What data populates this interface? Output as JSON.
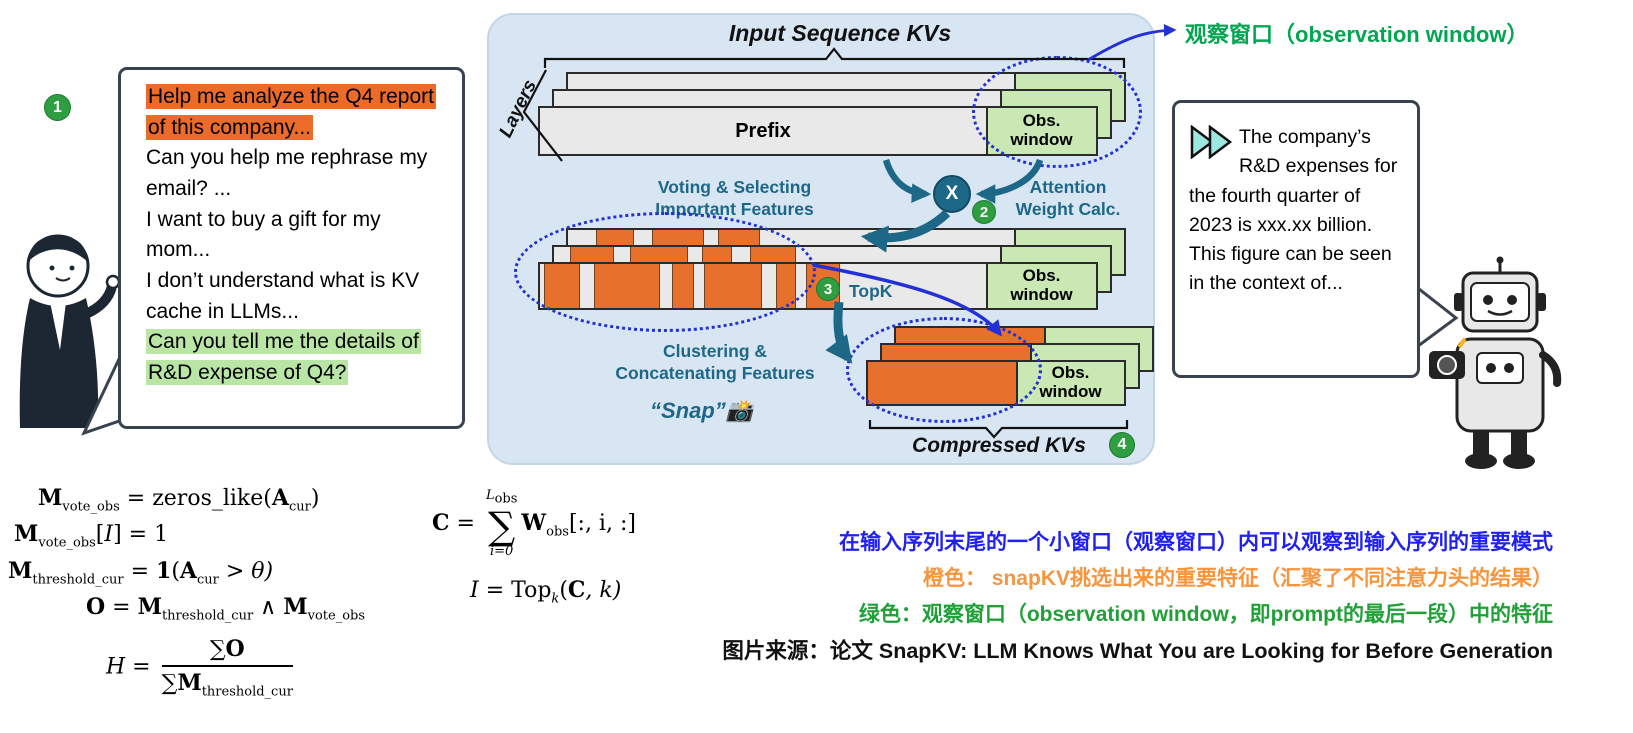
{
  "left_panel": {
    "badge": "1",
    "queries": [
      {
        "text": "Help me analyze the Q4 report of this company...",
        "highlight": "orange"
      },
      {
        "text": "Can you help me rephrase my email? ...",
        "highlight": "none"
      },
      {
        "text": "I want to buy a gift for my mom...",
        "highlight": "none"
      },
      {
        "text": "I don’t understand what is KV cache in LLMs...",
        "highlight": "none"
      },
      {
        "text": "Can you tell me the details of R&D expense of Q4?",
        "highlight": "green"
      }
    ]
  },
  "diagram": {
    "title": "Input Sequence KVs",
    "layers_label": "Layers",
    "prefix_label": "Prefix",
    "obs_line1": "Obs.",
    "obs_line2": "window",
    "x_symbol": "X",
    "badge_2": "2",
    "badge_3": "3",
    "badge_4": "4",
    "voting_line1": "Voting & Selecting",
    "voting_line2": "Important Features",
    "attention_line1": "Attention",
    "attention_line2": "Weight Calc.",
    "topk_label": "TopK",
    "clustering_line1": "Clustering &",
    "clustering_line2": "Concatenating Features",
    "snap_label": "“Snap”",
    "camera_icon": "📸",
    "compressed_label": "Compressed KVs",
    "observation_window_label": "观察窗口（observation window）"
  },
  "right_panel": {
    "text": "The company’s R&D expenses for the fourth quarter of 2023 is xxx.xx billion. This figure can be seen in the context of..."
  },
  "math": {
    "l1": {
      "v1": "M",
      "s1": "vote_obs",
      "mid": " = zeros_like(",
      "v2": "A",
      "s2": "cur",
      "end": ")"
    },
    "l2": {
      "v1": "M",
      "s1": "vote_obs",
      "open": "[",
      "v2": "I",
      "end": "] = 1"
    },
    "l3": {
      "v1": "M",
      "s1": "threshold_cur",
      "mid": " = ",
      "one": "1",
      "open": "(",
      "v2": "A",
      "s2": "cur",
      "end": " > θ)"
    },
    "l4": {
      "v1": "O",
      "mid": " = ",
      "v2": "M",
      "s2": "threshold_cur",
      "wedge": " ∧ ",
      "v3": "M",
      "s3": "vote_obs"
    },
    "l5": {
      "v1": "H",
      "eq": " = ",
      "num_sig": "∑",
      "num_v": "O",
      "den_sig": "∑",
      "den_v": "M",
      "den_s": "threshold_cur"
    },
    "l6": {
      "v1": "C",
      "eq": " = ",
      "lim_top_v": "L",
      "lim_top_s": "obs",
      "sigma": "∑",
      "lim_bot": "i=0",
      "v2": "W",
      "s2": "obs",
      "end": "[:, i, :]"
    },
    "l7": {
      "v1": "I",
      "eq": " = Top",
      "sub": "k",
      "open": "(",
      "v2": "C",
      "end": ", k)"
    }
  },
  "notes": {
    "line_blue": "在输入序列末尾的一个小窗口（观察窗口）内可以观察到输入序列的重要模式",
    "line_orange": "橙色： snapKV挑选出来的重要特征（汇聚了不同注意力头的结果）",
    "line_green": "绿色：观察窗口（observation window，即prompt的最后一段）中的特征",
    "line_source": "图片来源：论文 SnapKV: LLM Knows What You are Looking for Before Generation"
  },
  "colors": {
    "panel_bg": "#d8e6f3",
    "card_gray": "#e9e9e9",
    "obs_green": "#c9e8b3",
    "feature_orange": "#e8702d",
    "teal_text": "#1d6787",
    "arrow_teal": "#1d6787",
    "dotted_blue": "#2330d6",
    "badge_green": "#2f9e41",
    "label_green": "#00a651",
    "note_blue": "#2020f0",
    "note_orange": "#f7953d",
    "note_green": "#21a038"
  }
}
